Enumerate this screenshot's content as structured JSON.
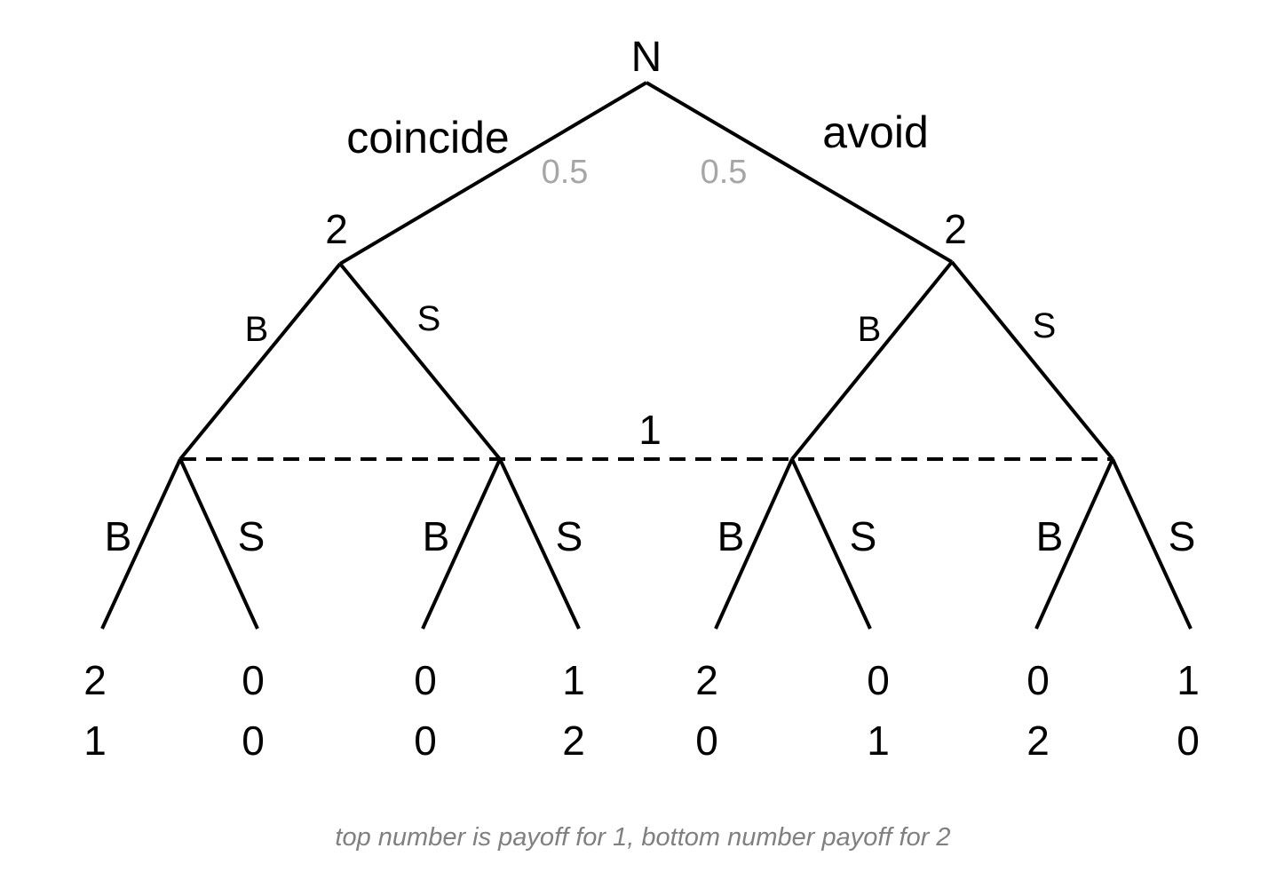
{
  "root_label": "N",
  "chance_moves": [
    {
      "label": "coincide",
      "probability": "0.5"
    },
    {
      "label": "avoid",
      "probability": "0.5"
    }
  ],
  "player2_nodes": [
    {
      "label": "2",
      "moves": [
        "B",
        "S"
      ]
    },
    {
      "label": "2",
      "moves": [
        "B",
        "S"
      ]
    }
  ],
  "info_set_label": "1",
  "player1_nodes": [
    {
      "moves": [
        "B",
        "S"
      ]
    },
    {
      "moves": [
        "B",
        "S"
      ]
    },
    {
      "moves": [
        "B",
        "S"
      ]
    },
    {
      "moves": [
        "B",
        "S"
      ]
    }
  ],
  "payoffs": [
    {
      "top": "2",
      "bottom": "1"
    },
    {
      "top": "0",
      "bottom": "0"
    },
    {
      "top": "0",
      "bottom": "0"
    },
    {
      "top": "1",
      "bottom": "2"
    },
    {
      "top": "2",
      "bottom": "0"
    },
    {
      "top": "0",
      "bottom": "1"
    },
    {
      "top": "0",
      "bottom": "2"
    },
    {
      "top": "1",
      "bottom": "0"
    }
  ],
  "caption": "top number is payoff for 1, bottom number payoff for 2",
  "colors": {
    "lines": "#000000",
    "probability_text": "#a6a6a6",
    "caption_text": "#808080"
  }
}
